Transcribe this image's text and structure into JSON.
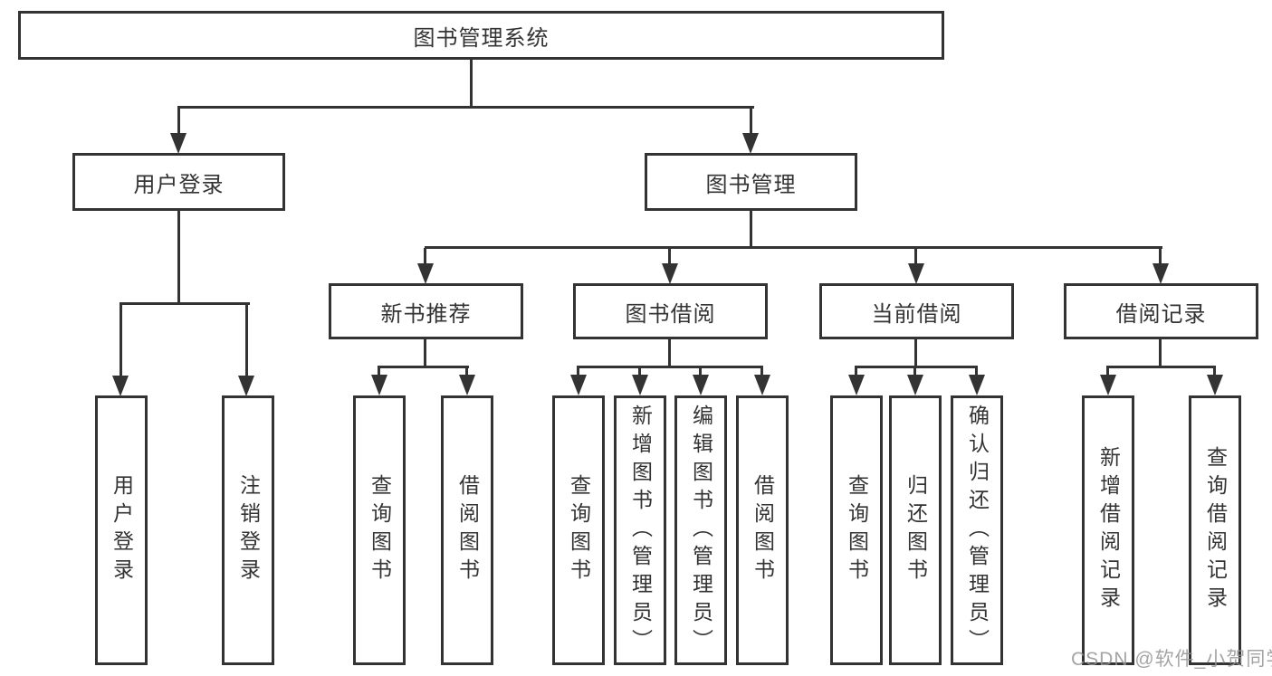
{
  "diagram": {
    "title": "图书管理系统",
    "branches": [
      {
        "label": "用户登录",
        "children": [
          "用户登录",
          "注销登录"
        ]
      },
      {
        "label": "图书管理",
        "groups": [
          {
            "label": "新书推荐",
            "children": [
              "查询图书",
              "借阅图书"
            ]
          },
          {
            "label": "图书借阅",
            "children": [
              "查询图书",
              "新增图书（管理员）",
              "编辑图书（管理员）",
              "借阅图书"
            ]
          },
          {
            "label": "当前借阅",
            "children": [
              "查询图书",
              "归还图书",
              "确认归还（管理员）"
            ]
          },
          {
            "label": "借阅记录",
            "children": [
              "新增借阅记录",
              "查询借阅记录"
            ]
          }
        ]
      }
    ]
  },
  "watermark": "CSDN @软件_小贺同学",
  "colors": {
    "line": "#333333",
    "text": "#333333",
    "background": "#ffffff",
    "watermark": "#949494"
  }
}
